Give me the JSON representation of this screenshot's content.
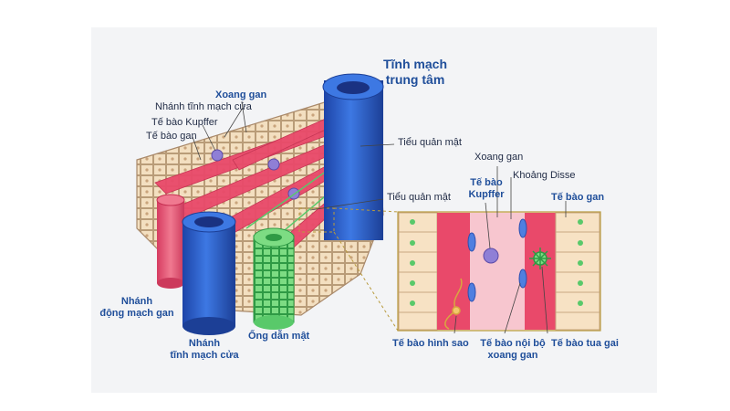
{
  "labels": {
    "central_vein": [
      "Tĩnh mạch",
      "trung tâm"
    ],
    "sinusoid_top": "Xoang gan",
    "portal_branch_top": "Nhánh tĩnh mạch cửa",
    "kupffer_top": "Tế bào Kupffer",
    "hepatocyte_top": "Tế bào gan",
    "bile_canaliculus_right": "Tiểu quản mật",
    "bile_canaliculus_mid": "Tiểu quản mật",
    "sinusoid_inset": "Xoang gan",
    "space_of_disse": "Khoảng Disse",
    "kupffer_inset": [
      "Tế bào",
      "Kupffer"
    ],
    "hepatocyte_inset": "Tế bào gan",
    "hepatic_artery_branch": [
      "Nhánh",
      "động mạch gan"
    ],
    "portal_vein_branch": [
      "Nhánh",
      "tĩnh mạch cửa"
    ],
    "bile_duct": "Ống dẫn mật",
    "stellate_cell": "Tế bào hình sao",
    "endothelial_cell": [
      "Tế bào nội bộ",
      "xoang gan"
    ],
    "pit_cell": "Tế bào tua gai"
  },
  "colors": {
    "hepatocyte": "#f3dfc0",
    "sinusoid": "#e9496a",
    "vein_blue": "#2f5fc8",
    "bile_duct_green": "#59c96a",
    "artery_pink": "#e55a78",
    "label_blue": "#1f4e9a",
    "kupffer_purple": "#8f7fd6"
  }
}
